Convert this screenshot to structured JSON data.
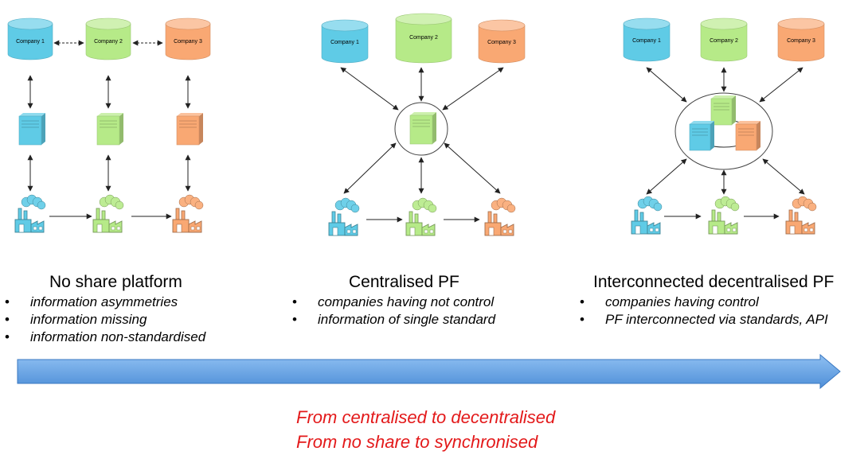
{
  "colors": {
    "company1": "#5fcbe6",
    "company2": "#b6ea88",
    "company3": "#f9a873",
    "arrow_band": "#6aa6e6",
    "highlight_text": "#e3191a"
  },
  "icons": [
    "database-cylinder-icon",
    "server-icon",
    "factory-icon"
  ],
  "panels": [
    {
      "companies": [
        "Company 1",
        "Company 2",
        "Company 3"
      ],
      "title": "No share platform",
      "bullets": [
        "information asymmetries",
        "information missing",
        "information non-standardised"
      ]
    },
    {
      "companies": [
        "Company 1",
        "Company 2",
        "Company 3"
      ],
      "title": "Centralised PF",
      "bullets": [
        "companies having not control",
        "information of single standard"
      ]
    },
    {
      "companies": [
        "Company 1",
        "Company 2",
        "Company 3"
      ],
      "title": "Interconnected decentralised PF",
      "bullets": [
        "companies having control",
        "PF interconnected via standards, API"
      ]
    }
  ],
  "conclusions": [
    "From centralised to decentralised",
    "From no share to synchronised"
  ]
}
